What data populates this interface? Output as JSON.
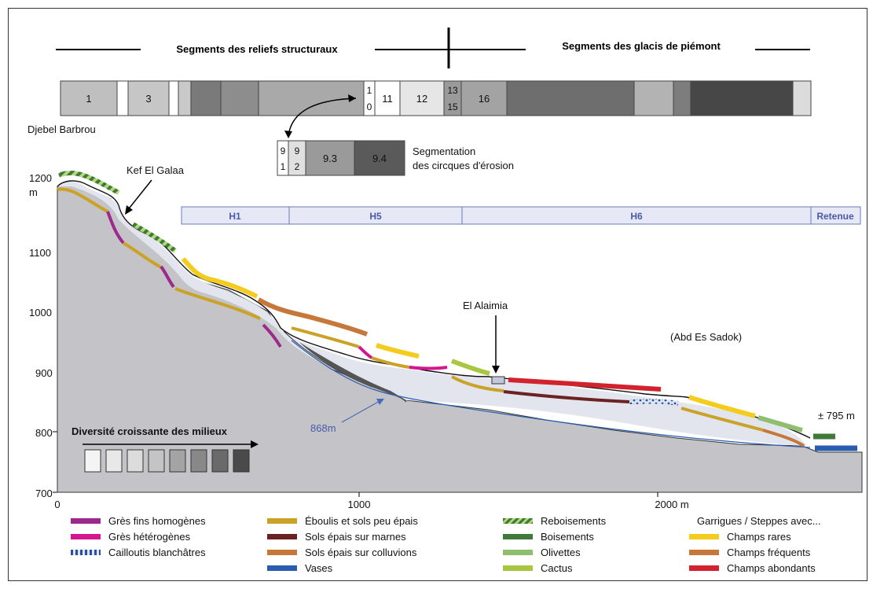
{
  "header": {
    "left_title": "Segments des reliefs structuraux",
    "right_title": "Segments des glacis de piémont"
  },
  "segments": {
    "labels": {
      "s1": "1",
      "s3": "3",
      "s10": "1\n0",
      "s10_top": "1",
      "s10_bot": "0",
      "s11": "11",
      "s12": "12",
      "s13": "13",
      "s15": "15",
      "s16": "16"
    }
  },
  "sub_segments": {
    "a_top": "9",
    "a_bot": "1",
    "b_top": "9",
    "b_bot": "2",
    "c": "9.3",
    "d": "9.4",
    "caption_line1": "Segmentation",
    "caption_line2": "des circques d'érosion"
  },
  "labels": {
    "djebel": "Djebel Barbrou",
    "kef": "Kef El Galaa",
    "alaimia": "El Alaimia",
    "sadok": "(Abd Es Sadok)",
    "alt_868": "868m",
    "alt_795": "± 795 m",
    "diversite": "Diversité croissante des milieux"
  },
  "horizons": [
    "H1",
    "H5",
    "H6",
    "Retenue"
  ],
  "y_axis": {
    "ticks": [
      "1200",
      "1100",
      "1000",
      "900",
      "800",
      "700"
    ],
    "unit": "m"
  },
  "x_axis": {
    "ticks": [
      "0",
      "1000",
      "2000 m"
    ]
  },
  "legend": {
    "col1": [
      "Grès fins homogènes",
      "Grès hétérogènes",
      "Cailloutis blanchâtres"
    ],
    "col2": [
      "Éboulis et sols peu épais",
      "Sols épais sur marnes",
      "Sols épais sur colluvions",
      "Vases"
    ],
    "col3": [
      "Reboisements",
      "Boisements",
      "Olivettes",
      "Cactus"
    ],
    "col4": [
      "Garrigues / Steppes avec...",
      "Champs rares",
      "Champs fréquents",
      "Champs abondants"
    ]
  },
  "colors": {
    "gres_fins": "#9b2a8c",
    "gres_het": "#d4168f",
    "eboulis": "#c9a227",
    "sols_marnes": "#6b2222",
    "sols_colluvions": "#c6783a",
    "vases": "#2a5db0",
    "boisements": "#3f7a3a",
    "olivettes": "#8fbf6e",
    "cactus": "#a8c640",
    "champs_rares": "#f3cc1e",
    "champs_frequents": "#c6783a",
    "champs_abondants": "#d2222d"
  }
}
